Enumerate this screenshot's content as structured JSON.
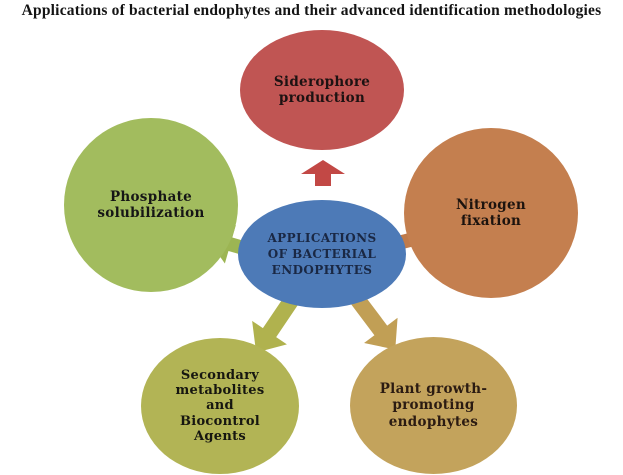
{
  "title": "Applications of bacterial endophytes and their advanced identification methodologies",
  "center_node": {
    "label": "APPLICATIONS\nOF BACTERIAL\nENDOPHYTES",
    "fill": "#4d7ab7",
    "text_color": "#1a2844"
  },
  "nodes": {
    "siderophore": {
      "label": "Siderophore\nproduction",
      "fill": "#c05553",
      "text_color": "#1d1212"
    },
    "phosphate": {
      "label": "Phosphate\nsolubilization",
      "fill": "#a2bc5e",
      "text_color": "#161616"
    },
    "nitrogen": {
      "label": "Nitrogen\nfixation",
      "fill": "#c47f4f",
      "text_color": "#1c130e"
    },
    "secondary_metabolites": {
      "label": "Secondary\nmetabolites\nand\nBiocontrol\nAgents",
      "fill": "#b2b455",
      "text_color": "#161610"
    },
    "plant_growth": {
      "label": "Plant growth-\npromoting\nendophytes",
      "fill": "#c3a35c",
      "text_color": "#2b1b12"
    }
  },
  "arrows": {
    "up": {
      "color": "#c24845"
    },
    "left": {
      "color": "#9cb553"
    },
    "right": {
      "color": "#bf7b4b"
    },
    "down_left": {
      "color": "#b0b24e"
    },
    "down_right": {
      "color": "#c19f55"
    }
  }
}
